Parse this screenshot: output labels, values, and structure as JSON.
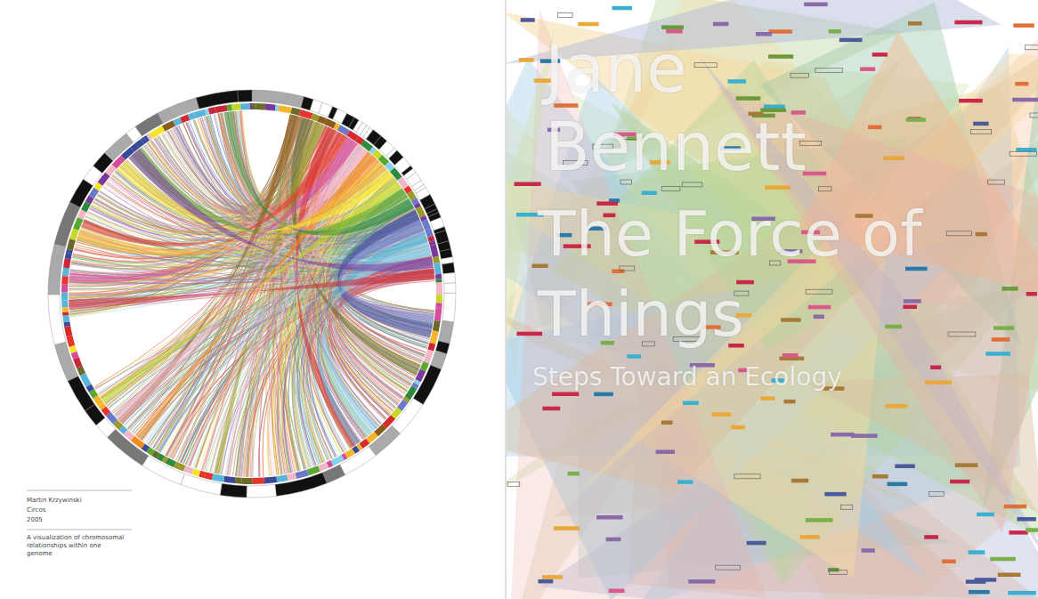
{
  "diagram": {
    "labels": [
      "Martin Krzywinski",
      "Circos",
      "2005",
      "A visualization of chromosomal relationships within one genome",
      "Jane",
      "Bennett",
      "The Force of",
      "Things",
      "Steps Toward an Ecology"
    ]
  }
}
